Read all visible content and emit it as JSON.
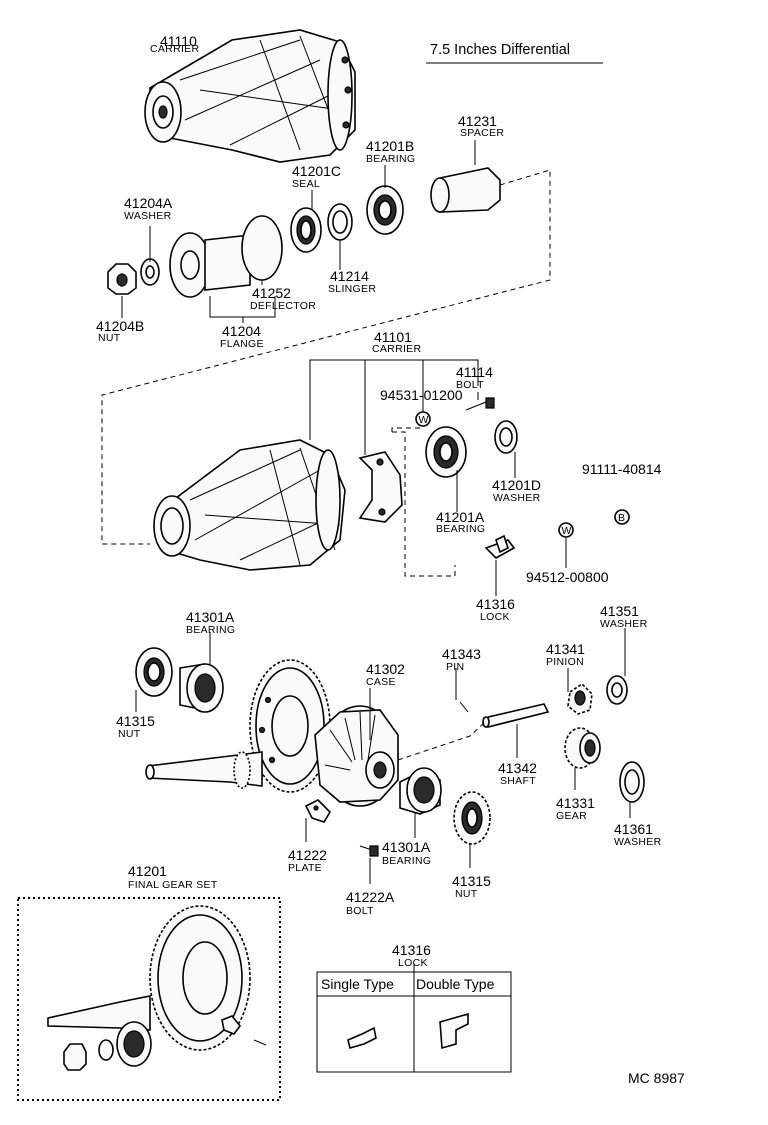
{
  "title": "7.5 Inches Differential",
  "callouts": [
    {
      "id": "c41110",
      "number": "41110",
      "name": "CARRIER"
    },
    {
      "id": "c41231",
      "number": "41231",
      "name": "SPACER"
    },
    {
      "id": "c41201b",
      "number": "41201B",
      "name": "BEARING"
    },
    {
      "id": "c41201c",
      "number": "41201C",
      "name": "SEAL"
    },
    {
      "id": "c41204a",
      "number": "41204A",
      "name": "WASHER"
    },
    {
      "id": "c41214",
      "number": "41214",
      "name": "SLINGER"
    },
    {
      "id": "c41252",
      "number": "41252",
      "name": "DEFLECTOR"
    },
    {
      "id": "c41204b",
      "number": "41204B",
      "name": "NUT"
    },
    {
      "id": "c41204",
      "number": "41204",
      "name": "FLANGE"
    },
    {
      "id": "c41101",
      "number": "41101",
      "name": "CARRIER"
    },
    {
      "id": "c41114",
      "number": "41114",
      "name": "BOLT"
    },
    {
      "id": "c94531",
      "number": "94531-01200",
      "name": ""
    },
    {
      "id": "c41201d",
      "number": "41201D",
      "name": "WASHER"
    },
    {
      "id": "c91111",
      "number": "91111-40814",
      "name": ""
    },
    {
      "id": "c41201a_top",
      "number": "41201A",
      "name": "BEARING"
    },
    {
      "id": "c94512",
      "number": "94512-00800",
      "name": ""
    },
    {
      "id": "c41316",
      "number": "41316",
      "name": "LOCK"
    },
    {
      "id": "c41301a_left",
      "number": "41301A",
      "name": "BEARING"
    },
    {
      "id": "c41351",
      "number": "41351",
      "name": "WASHER"
    },
    {
      "id": "c41302",
      "number": "41302",
      "name": "CASE"
    },
    {
      "id": "c41343",
      "number": "41343",
      "name": "PIN"
    },
    {
      "id": "c41341",
      "number": "41341",
      "name": "PINION"
    },
    {
      "id": "c41315_left",
      "number": "41315",
      "name": "NUT"
    },
    {
      "id": "c41342",
      "number": "41342",
      "name": "SHAFT"
    },
    {
      "id": "c41331",
      "number": "41331",
      "name": "GEAR"
    },
    {
      "id": "c41361",
      "number": "41361",
      "name": "WASHER"
    },
    {
      "id": "c41222",
      "number": "41222",
      "name": "PLATE"
    },
    {
      "id": "c41301a_right",
      "number": "41301A",
      "name": "BEARING"
    },
    {
      "id": "c41315_right",
      "number": "41315",
      "name": "NUT"
    },
    {
      "id": "c41222a",
      "number": "41222A",
      "name": "BOLT"
    },
    {
      "id": "c41201",
      "number": "41201",
      "name": "FINAL GEAR SET"
    }
  ],
  "markers": [
    {
      "id": "w1",
      "letter": "W"
    },
    {
      "id": "w2",
      "letter": "W"
    },
    {
      "id": "b1",
      "letter": "B"
    }
  ],
  "lock_table": {
    "number": "41316",
    "name": "LOCK",
    "columns": [
      "Single Type",
      "Double Type"
    ]
  },
  "footer_code": "MC 8987"
}
